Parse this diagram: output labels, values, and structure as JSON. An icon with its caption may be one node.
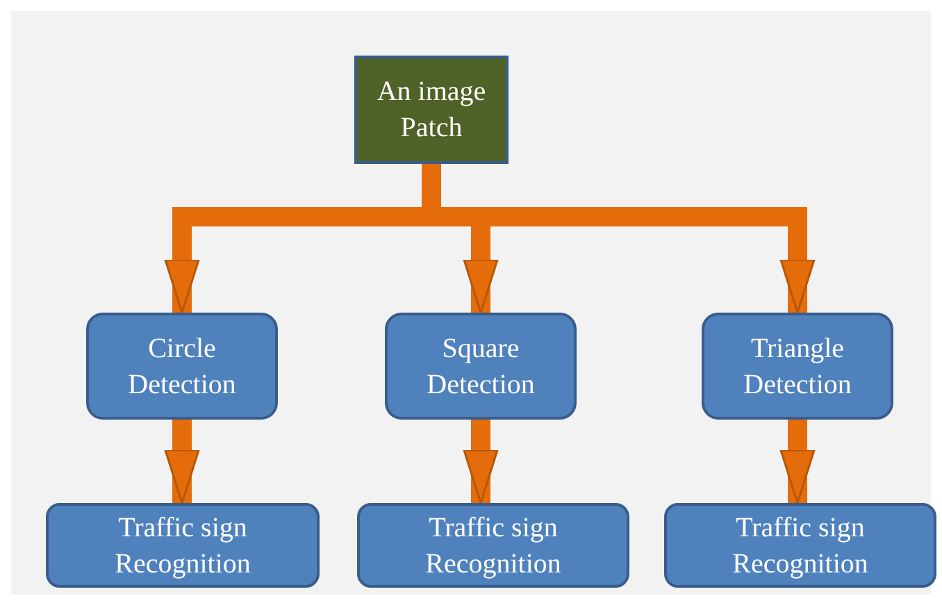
{
  "diagram": {
    "nodes": [
      {
        "text": [
          "An image Patch"
        ]
      },
      {
        "text": [
          "Circle Detection"
        ]
      },
      {
        "text": [
          "Square Detection"
        ]
      },
      {
        "text": [
          "Triangle Detection"
        ]
      },
      {
        "text": [
          "Traffic sign Recognition"
        ]
      },
      {
        "text": [
          "Traffic sign Recognition"
        ]
      },
      {
        "text": [
          "Traffic sign Recognition"
        ]
      }
    ],
    "edges": [
      {
        "from": 0,
        "to": 1,
        "arrow": "to"
      },
      {
        "from": 0,
        "to": 2,
        "arrow": "to"
      },
      {
        "from": 0,
        "to": 3,
        "arrow": "to"
      },
      {
        "from": 1,
        "to": 4,
        "arrow": "to"
      },
      {
        "from": 2,
        "to": 5,
        "arrow": "to"
      },
      {
        "from": 3,
        "to": 6,
        "arrow": "to"
      }
    ]
  }
}
